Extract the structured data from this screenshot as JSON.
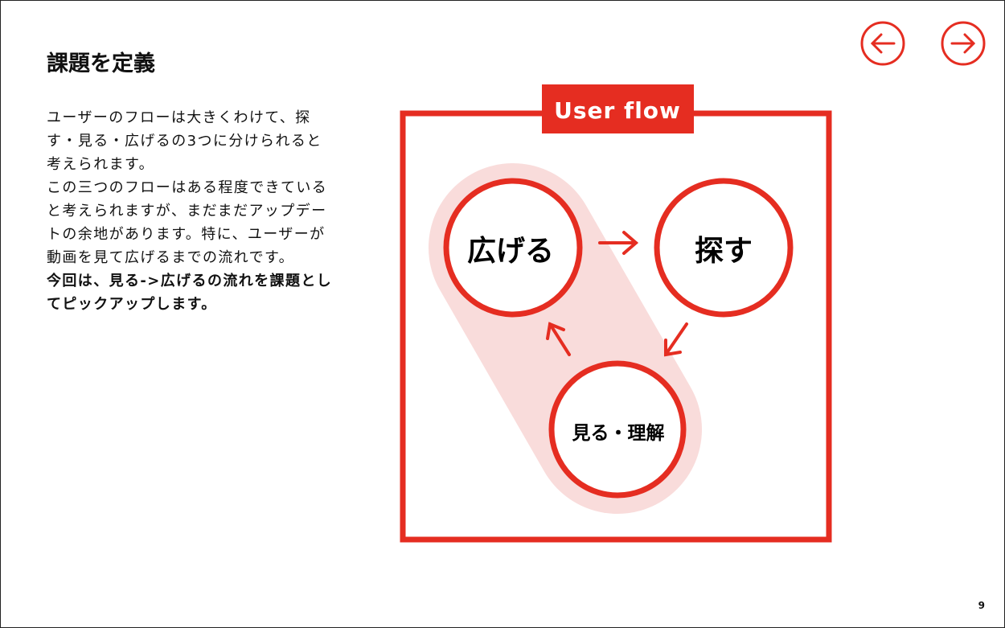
{
  "title": "課題を定義",
  "body_lines": [
    "ユーザーのフローは大きくわけて、探",
    "す・見る・広げるの3つに分けられると",
    "考えられます。",
    "この三つのフローはある程度できている",
    "と考えられますが、まだまだアップデー",
    "トの余地があります。特に、ユーザーが",
    "動画を見て広げるまでの流れです。"
  ],
  "bold_lines": [
    "今回は、見る->広げるの流れを課題とし",
    "てピックアップします。"
  ],
  "diagram": {
    "label": "User flow",
    "nodes": [
      "広げる",
      "探す",
      "見る・理解"
    ]
  },
  "nav": {
    "prev": "arrow-left-icon",
    "next": "arrow-right-icon"
  },
  "page_number": "9",
  "colors": {
    "accent": "#e52d21",
    "highlight": "#f9dcdb"
  }
}
